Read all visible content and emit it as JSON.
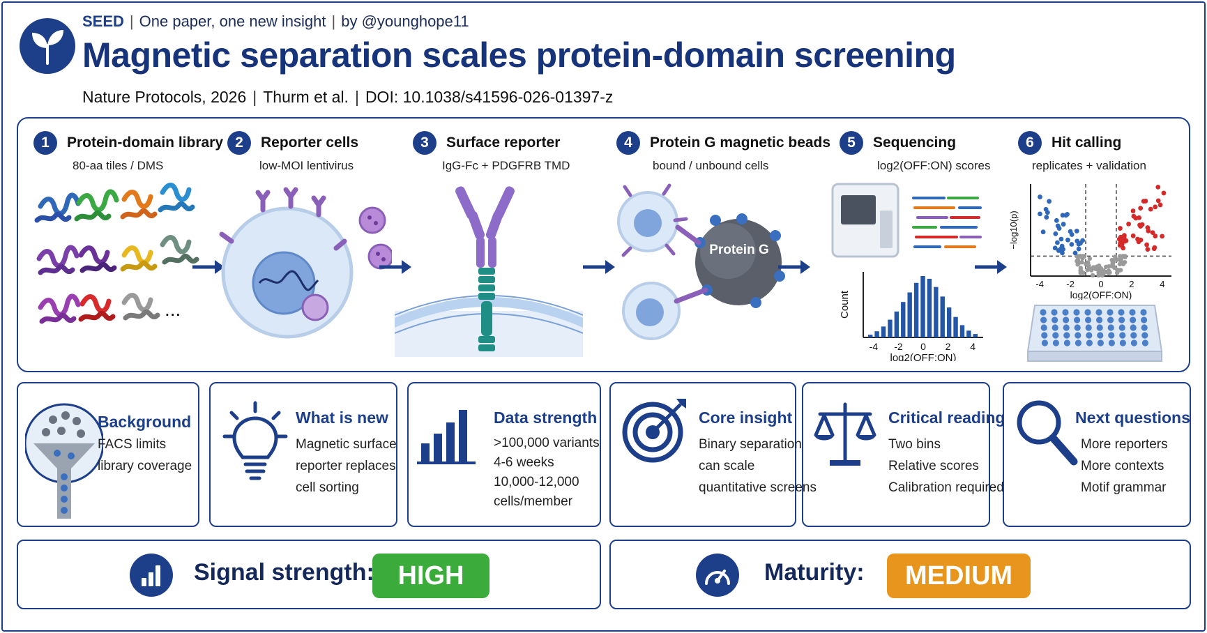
{
  "header": {
    "brand": "SEED",
    "tagline": "One paper, one new insight",
    "byline": "by @younghope11",
    "title": "Magnetic separation scales protein-domain screening",
    "journal": "Nature Protocols, 2026",
    "authors": "Thurm et al.",
    "doi": "DOI: 10.1038/s41596-026-01397-z"
  },
  "steps": [
    {
      "num": "1",
      "title": "Protein-domain library",
      "sub": "80-aa tiles / DMS",
      "more": "..."
    },
    {
      "num": "2",
      "title": "Reporter cells",
      "sub": "low-MOI lentivirus"
    },
    {
      "num": "3",
      "title": "Surface reporter",
      "sub": "IgG-Fc + PDGFRB TMD"
    },
    {
      "num": "4",
      "title": "Protein G magnetic beads",
      "sub": "bound / unbound cells",
      "bead_label": "Protein G"
    },
    {
      "num": "5",
      "title": "Sequencing",
      "sub": "log2(OFF:ON) scores"
    },
    {
      "num": "6",
      "title": "Hit calling",
      "sub": "replicates + validation"
    }
  ],
  "chart_data": [
    {
      "type": "bar",
      "xlabel": "log2(OFF:ON)",
      "ylabel": "Count",
      "x_ticks": [
        "-4",
        "-2",
        "0",
        "2",
        "4"
      ],
      "values": [
        4,
        9,
        16,
        26,
        38,
        52,
        66,
        80,
        90,
        86,
        74,
        60,
        44,
        30,
        18,
        10,
        5
      ],
      "xlim": [
        -4.5,
        4.5
      ]
    },
    {
      "type": "scatter",
      "xlabel": "log2(OFF:ON)",
      "ylabel": "−log10(p)",
      "x_ticks": [
        "-4",
        "-2",
        "0",
        "2",
        "4"
      ],
      "xlim": [
        -4.6,
        4.6
      ],
      "ylim": [
        0,
        6
      ],
      "thresholds": {
        "x": [
          -1,
          1
        ],
        "y": 1.3
      },
      "series_colors": {
        "down": "#2f68b8",
        "up": "#d42a2a",
        "ns": "#9a9a9a"
      }
    }
  ],
  "cards": [
    {
      "title": "Background",
      "lines": [
        "FACS limits",
        "library coverage"
      ]
    },
    {
      "title": "What is new",
      "lines": [
        "Magnetic surface",
        "reporter replaces",
        "cell sorting"
      ]
    },
    {
      "title": "Data strength",
      "lines": [
        ">100,000 variants",
        "4-6 weeks",
        "10,000-12,000",
        "cells/member"
      ]
    },
    {
      "title": "Core insight",
      "lines": [
        "Binary separation",
        "can scale",
        "quantitative screens"
      ]
    },
    {
      "title": "Critical reading",
      "lines": [
        "Two bins",
        "Relative scores",
        "Calibration required"
      ]
    },
    {
      "title": "Next questions",
      "lines": [
        "More reporters",
        "More contexts",
        "Motif grammar"
      ]
    }
  ],
  "ratings": {
    "signal": {
      "label": "Signal strength:",
      "value": "HIGH",
      "color": "#3bab3b"
    },
    "maturity": {
      "label": "Maturity:",
      "value": "MEDIUM",
      "color": "#e8951e"
    }
  },
  "colors": {
    "navy": "#1d3f8a",
    "accent_blue": "#2f68b8"
  }
}
